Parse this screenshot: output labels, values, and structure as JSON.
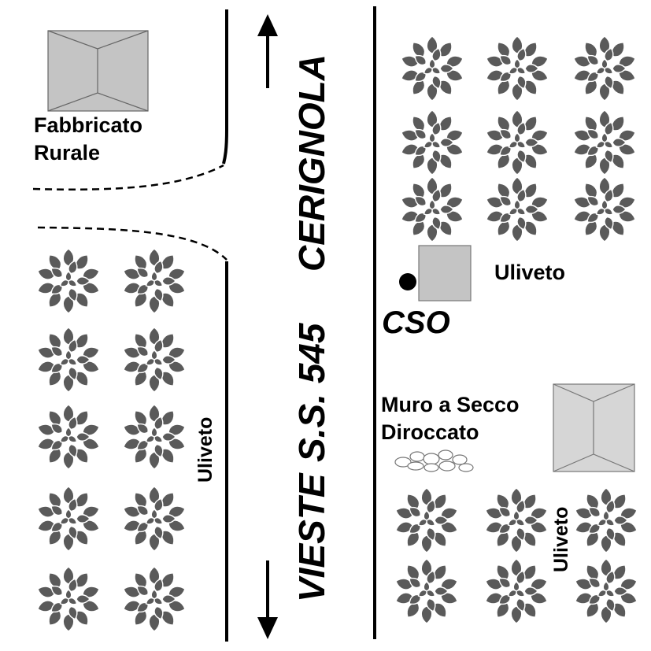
{
  "labels": {
    "farm_building_line1": "Fabbricato",
    "farm_building_line2": "Rurale",
    "olive_grove_left": "Uliveto",
    "olive_grove_right_top": "Uliveto",
    "olive_grove_right_bottom": "Uliveto",
    "cso": "CSO",
    "dry_wall_line1": "Muro a Secco",
    "dry_wall_line2": "Diroccato",
    "road_north": "CERIGNOLA",
    "road_name": "S.S. 545",
    "road_south": "VIESTE"
  },
  "colors": {
    "tree": "#5a5a5a",
    "building": "#c4c4c4",
    "building_light": "#d6d6d6",
    "line": "#000000"
  },
  "icons": {
    "tree": "olive-tree-icon",
    "building": "building-icon",
    "station": "station-marker-icon",
    "wall": "dry-stone-wall-icon",
    "arrow_north": "arrow-up-icon",
    "arrow_south": "arrow-down-icon"
  }
}
